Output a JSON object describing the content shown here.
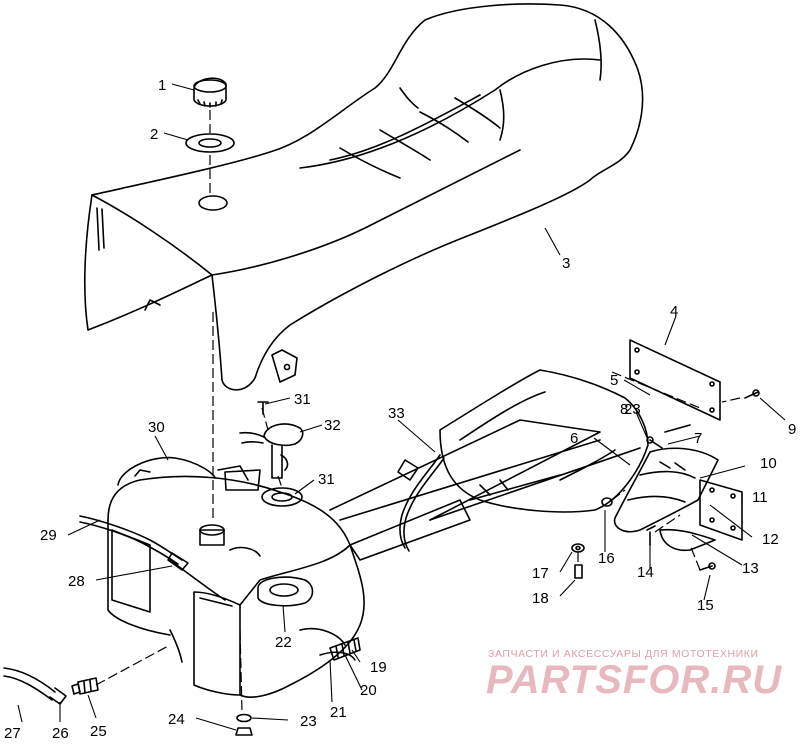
{
  "diagram": {
    "callouts": [
      "1",
      "2",
      "3",
      "4",
      "5",
      "6",
      "7",
      "8",
      "9",
      "10",
      "11",
      "12",
      "13",
      "14",
      "15",
      "16",
      "17",
      "18",
      "19",
      "20",
      "21",
      "22",
      "23",
      "23",
      "24",
      "25",
      "26",
      "27",
      "28",
      "29",
      "30",
      "31",
      "31",
      "32",
      "33"
    ]
  },
  "watermark": {
    "tagline": "ЗАПЧАСТИ И АКСЕССУАРЫ ДЛЯ МОТОТЕХНИКИ",
    "brand": "PARTSFOR.RU",
    "color": "#e7b8bd"
  }
}
